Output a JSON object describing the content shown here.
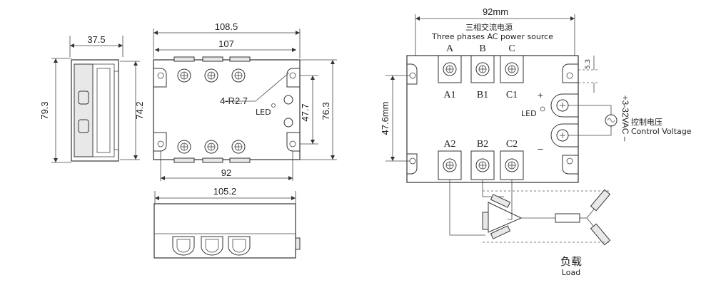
{
  "left_view": {
    "dim_top_width": "37.5",
    "dim_left_height": "79.3",
    "dim_right_height": "74.2"
  },
  "front_view": {
    "dim_overall": "108.5",
    "dim_inner": "107",
    "dim_hole_spacing": "92",
    "dim_right_outer": "76.3",
    "dim_right_inner": "47.7",
    "hole_note": "4-R2.7",
    "led_label": "LED"
  },
  "bottom_view": {
    "dim_width": "105.2"
  },
  "schematic": {
    "dim_top": "92mm",
    "dim_left": "47.6mm",
    "dim_small": "5.3",
    "title_cn": "三相交流电源",
    "title_en": "Three phases AC power source",
    "phase_top": [
      "A",
      "B",
      "C"
    ],
    "terminal_top": [
      "A1",
      "B1",
      "C1"
    ],
    "terminal_bottom": [
      "A2",
      "B2",
      "C2"
    ],
    "plus": "+",
    "minus": "–",
    "led_label": "LED",
    "control_voltage": "+3-32VAC –",
    "control_cn": "控制电压",
    "control_en": "Control Voltage",
    "load_cn": "负载",
    "load_en": "Load"
  }
}
